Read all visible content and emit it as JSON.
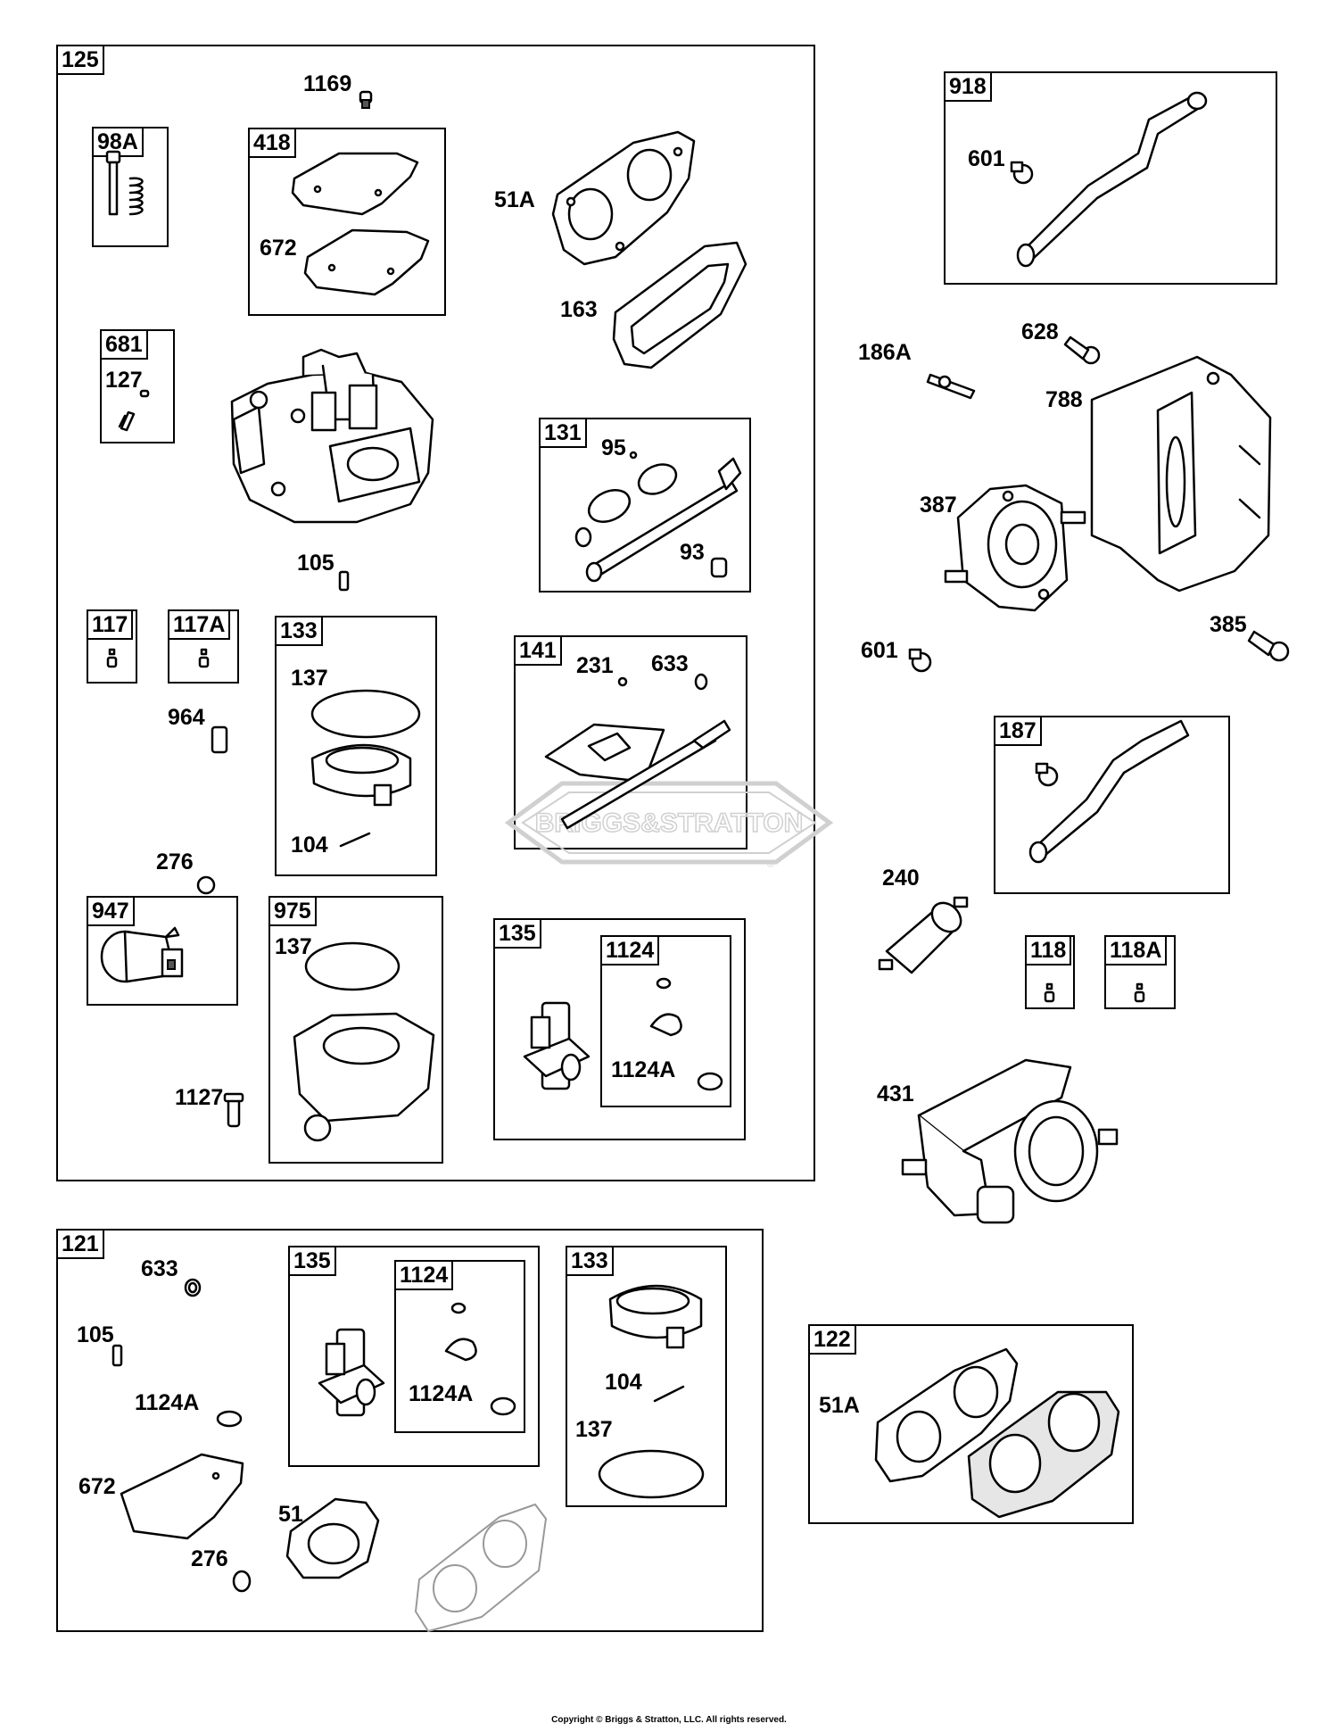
{
  "groups": {
    "g125": "125",
    "g98A": "98A",
    "g418": "418",
    "g681": "681",
    "g131": "131",
    "g117": "117",
    "g117A": "117A",
    "g133a": "133",
    "g141": "141",
    "g947": "947",
    "g975": "975",
    "g135a": "135",
    "g1124a": "1124",
    "g918": "918",
    "g187": "187",
    "g118": "118",
    "g118A": "118A",
    "g121": "121",
    "g135b": "135",
    "g1124b": "1124",
    "g133b": "133",
    "g122": "122"
  },
  "parts": {
    "p1169": "1169",
    "p51A_top": "51A",
    "p672_top": "672",
    "p163": "163",
    "p127": "127",
    "p95": "95",
    "p93": "93",
    "p105_top": "105",
    "p964": "964",
    "p137_a": "137",
    "p104_a": "104",
    "p231": "231",
    "p633_top": "633",
    "p276_top": "276",
    "p137_b": "137",
    "p1127": "1127",
    "p1124A_a": "1124A",
    "p601_top": "601",
    "p628": "628",
    "p186A": "186A",
    "p788": "788",
    "p387": "387",
    "p601_mid": "601",
    "p385": "385",
    "p240": "240",
    "p431": "431",
    "p633_bot": "633",
    "p105_bot": "105",
    "p1124A_b": "1124A",
    "p672_bot": "672",
    "p276_bot": "276",
    "p51": "51",
    "p1124A_c": "1124A",
    "p104_b": "104",
    "p137_c": "137",
    "p51A_bot": "51A"
  },
  "watermark": {
    "brand": "BRIGGS&STRATTON",
    "mark": "®"
  },
  "footer": {
    "copyright": "Copyright © Briggs & Stratton, LLC. All rights reserved."
  },
  "colors": {
    "line": "#000000",
    "background": "#ffffff",
    "watermark": "#d0d0d0"
  }
}
